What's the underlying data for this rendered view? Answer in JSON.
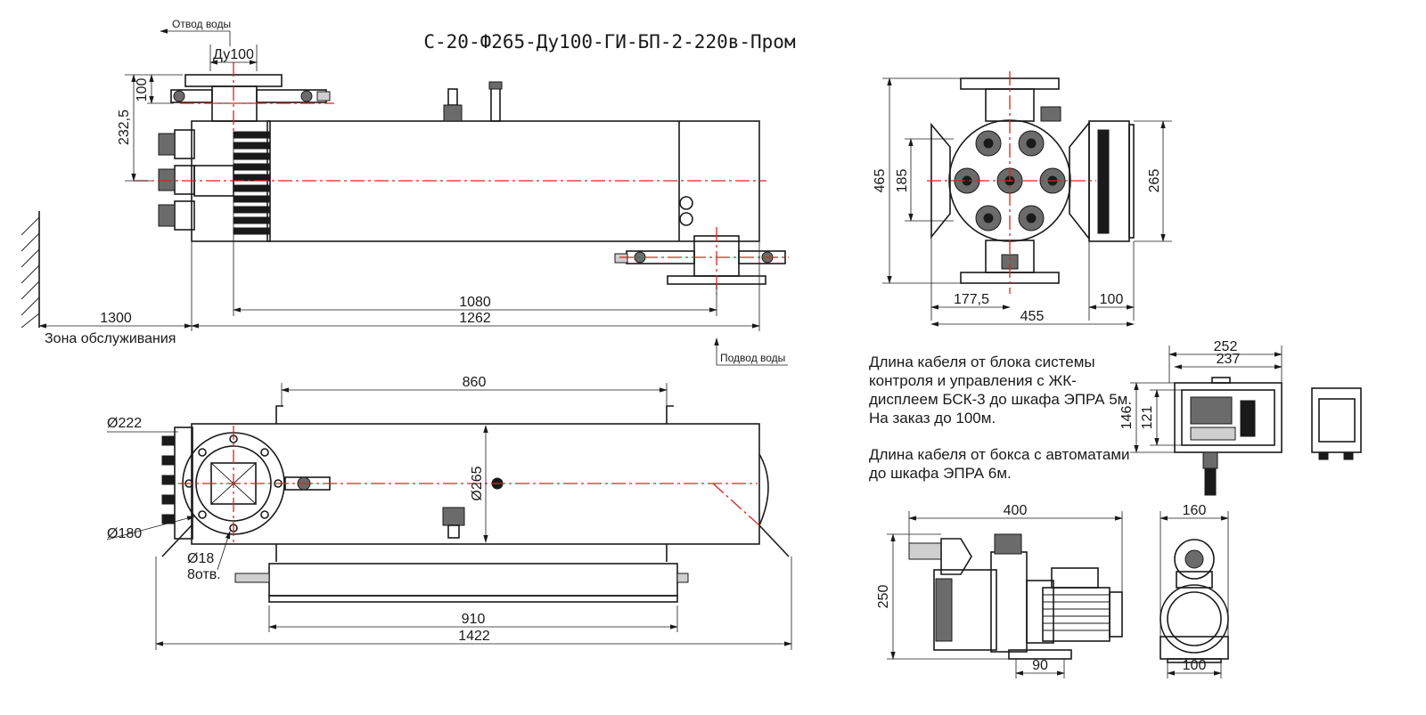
{
  "title": "С-20-Ф265-Ду100-ГИ-БП-2-220в-Пром",
  "labels": {
    "outlet": "Отвод воды",
    "inlet": "Подвод воды",
    "service_zone": "Зона обслуживания",
    "holes": "8отв."
  },
  "dimensions": {
    "du100": "Ду100",
    "d100_top": "100",
    "d232_5": "232,5",
    "d1080": "1080",
    "d1262": "1262",
    "d1300": "1300",
    "d860": "860",
    "d222": "Ø222",
    "d180": "Ø180",
    "d18": "Ø18",
    "d265_dia": "Ø265",
    "d910": "910",
    "d1422": "1422",
    "d465": "465",
    "d185": "185",
    "d265": "265",
    "d177_5": "177,5",
    "d455": "455",
    "d100_side": "100",
    "d252": "252",
    "d237": "237",
    "d146": "146",
    "d121": "121",
    "d400": "400",
    "d250": "250",
    "d90": "90",
    "d160": "160",
    "d100_pump": "100"
  },
  "notes": {
    "cable_1": "Длина кабеля от блока системы контроля и управления с ЖК-дисплеем БСК-3 до шкафа ЭПРА 5м. На заказ до 100м.",
    "cable_2": "Длина кабеля от бокса с автоматами до шкафа ЭПРА 6м."
  },
  "colors": {
    "line": "#1a1a1a",
    "axis": "#e0201c",
    "fill_dark": "#1a1a1a",
    "fill_mid": "#6b6b6b"
  }
}
